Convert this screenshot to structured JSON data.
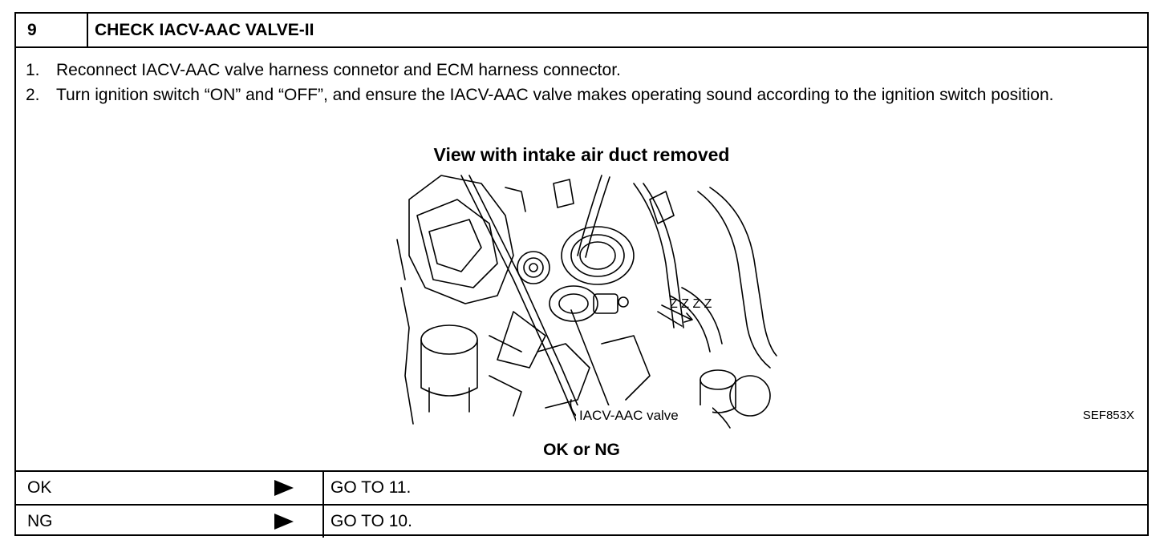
{
  "header": {
    "step_number": "9",
    "title": "CHECK IACV-AAC VALVE-II"
  },
  "instructions": [
    {
      "num": "1.",
      "text": "Reconnect IACV-AAC valve harness connetor and ECM harness connector."
    },
    {
      "num": "2.",
      "text": "Turn ignition switch “ON” and “OFF”, and ensure the IACV-AAC valve makes operating sound according to the ignition switch position."
    }
  ],
  "figure": {
    "title": "View with intake air duct removed",
    "callout": "IACV-AAC valve",
    "sound_text": "Z Z Z Z",
    "code": "SEF853X"
  },
  "result_label": "OK or NG",
  "results": [
    {
      "condition": "OK",
      "arrow_icon": "play-arrow-icon",
      "action": "GO TO 11."
    },
    {
      "condition": "NG",
      "arrow_icon": "play-arrow-icon",
      "action": "GO TO 10."
    }
  ]
}
